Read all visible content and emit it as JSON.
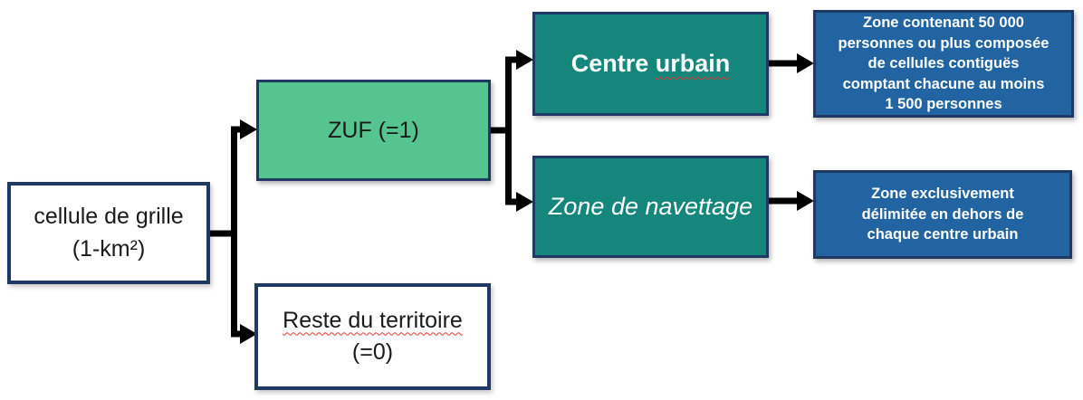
{
  "colors": {
    "navy": "#1F3864",
    "green": "#55C48E",
    "teal": "#14867B",
    "blue": "#2264A2",
    "arrow": "#000000",
    "squiggle": "#E03B32"
  },
  "boxes": {
    "cellule": {
      "line1": "cellule de grille",
      "line2": "(1-km²)"
    },
    "zuf": {
      "label": "ZUF (=1)"
    },
    "reste": {
      "line1": "Reste du territoire",
      "line2": "(=0)"
    },
    "centre": {
      "prefix": "Centre ",
      "word": "urbain"
    },
    "navettage": {
      "label": "Zone de navettage"
    },
    "blue_top": {
      "lines": [
        "Zone contenant 50 000",
        "personnes ou plus composée",
        "de cellules contiguës",
        "comptant chacune au moins",
        "1 500 personnes"
      ]
    },
    "blue_bottom": {
      "lines": [
        "Zone exclusivement",
        "délimitée en dehors de",
        "chaque centre urbain"
      ]
    }
  }
}
